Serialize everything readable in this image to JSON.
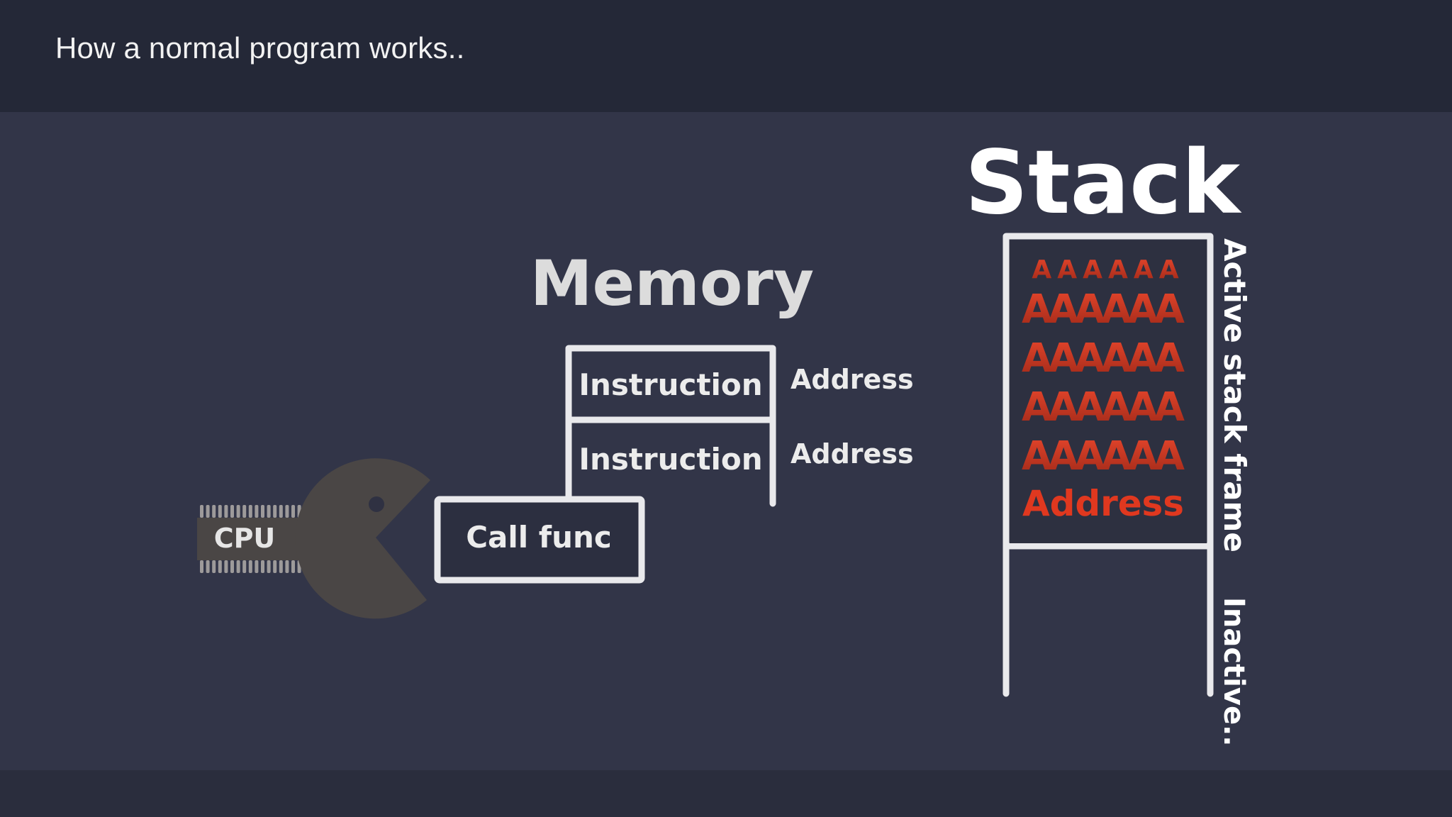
{
  "slide": {
    "title": "How a normal program works.."
  },
  "diagram": {
    "cpu_label": "CPU",
    "memory_title": "Memory",
    "memory_cells": [
      {
        "instruction": "Instruction",
        "address": "Address"
      },
      {
        "instruction": "Instruction",
        "address": "Address"
      }
    ],
    "call_label": "Call func",
    "stack_title": "Stack",
    "stack_rows": [
      "AAAAAA",
      "AAAAAA",
      "AAAAAA",
      "AAAAAA",
      "AAAAAA"
    ],
    "stack_address": "Address",
    "active_frame_label": "Active stack frame",
    "inactive_label": "Inactive.."
  },
  "colors": {
    "background": "#323548",
    "header": "#242837",
    "outline": "#e9e9ec",
    "overflow_red": "#d93a24",
    "cpu_body": "#4a4645"
  }
}
